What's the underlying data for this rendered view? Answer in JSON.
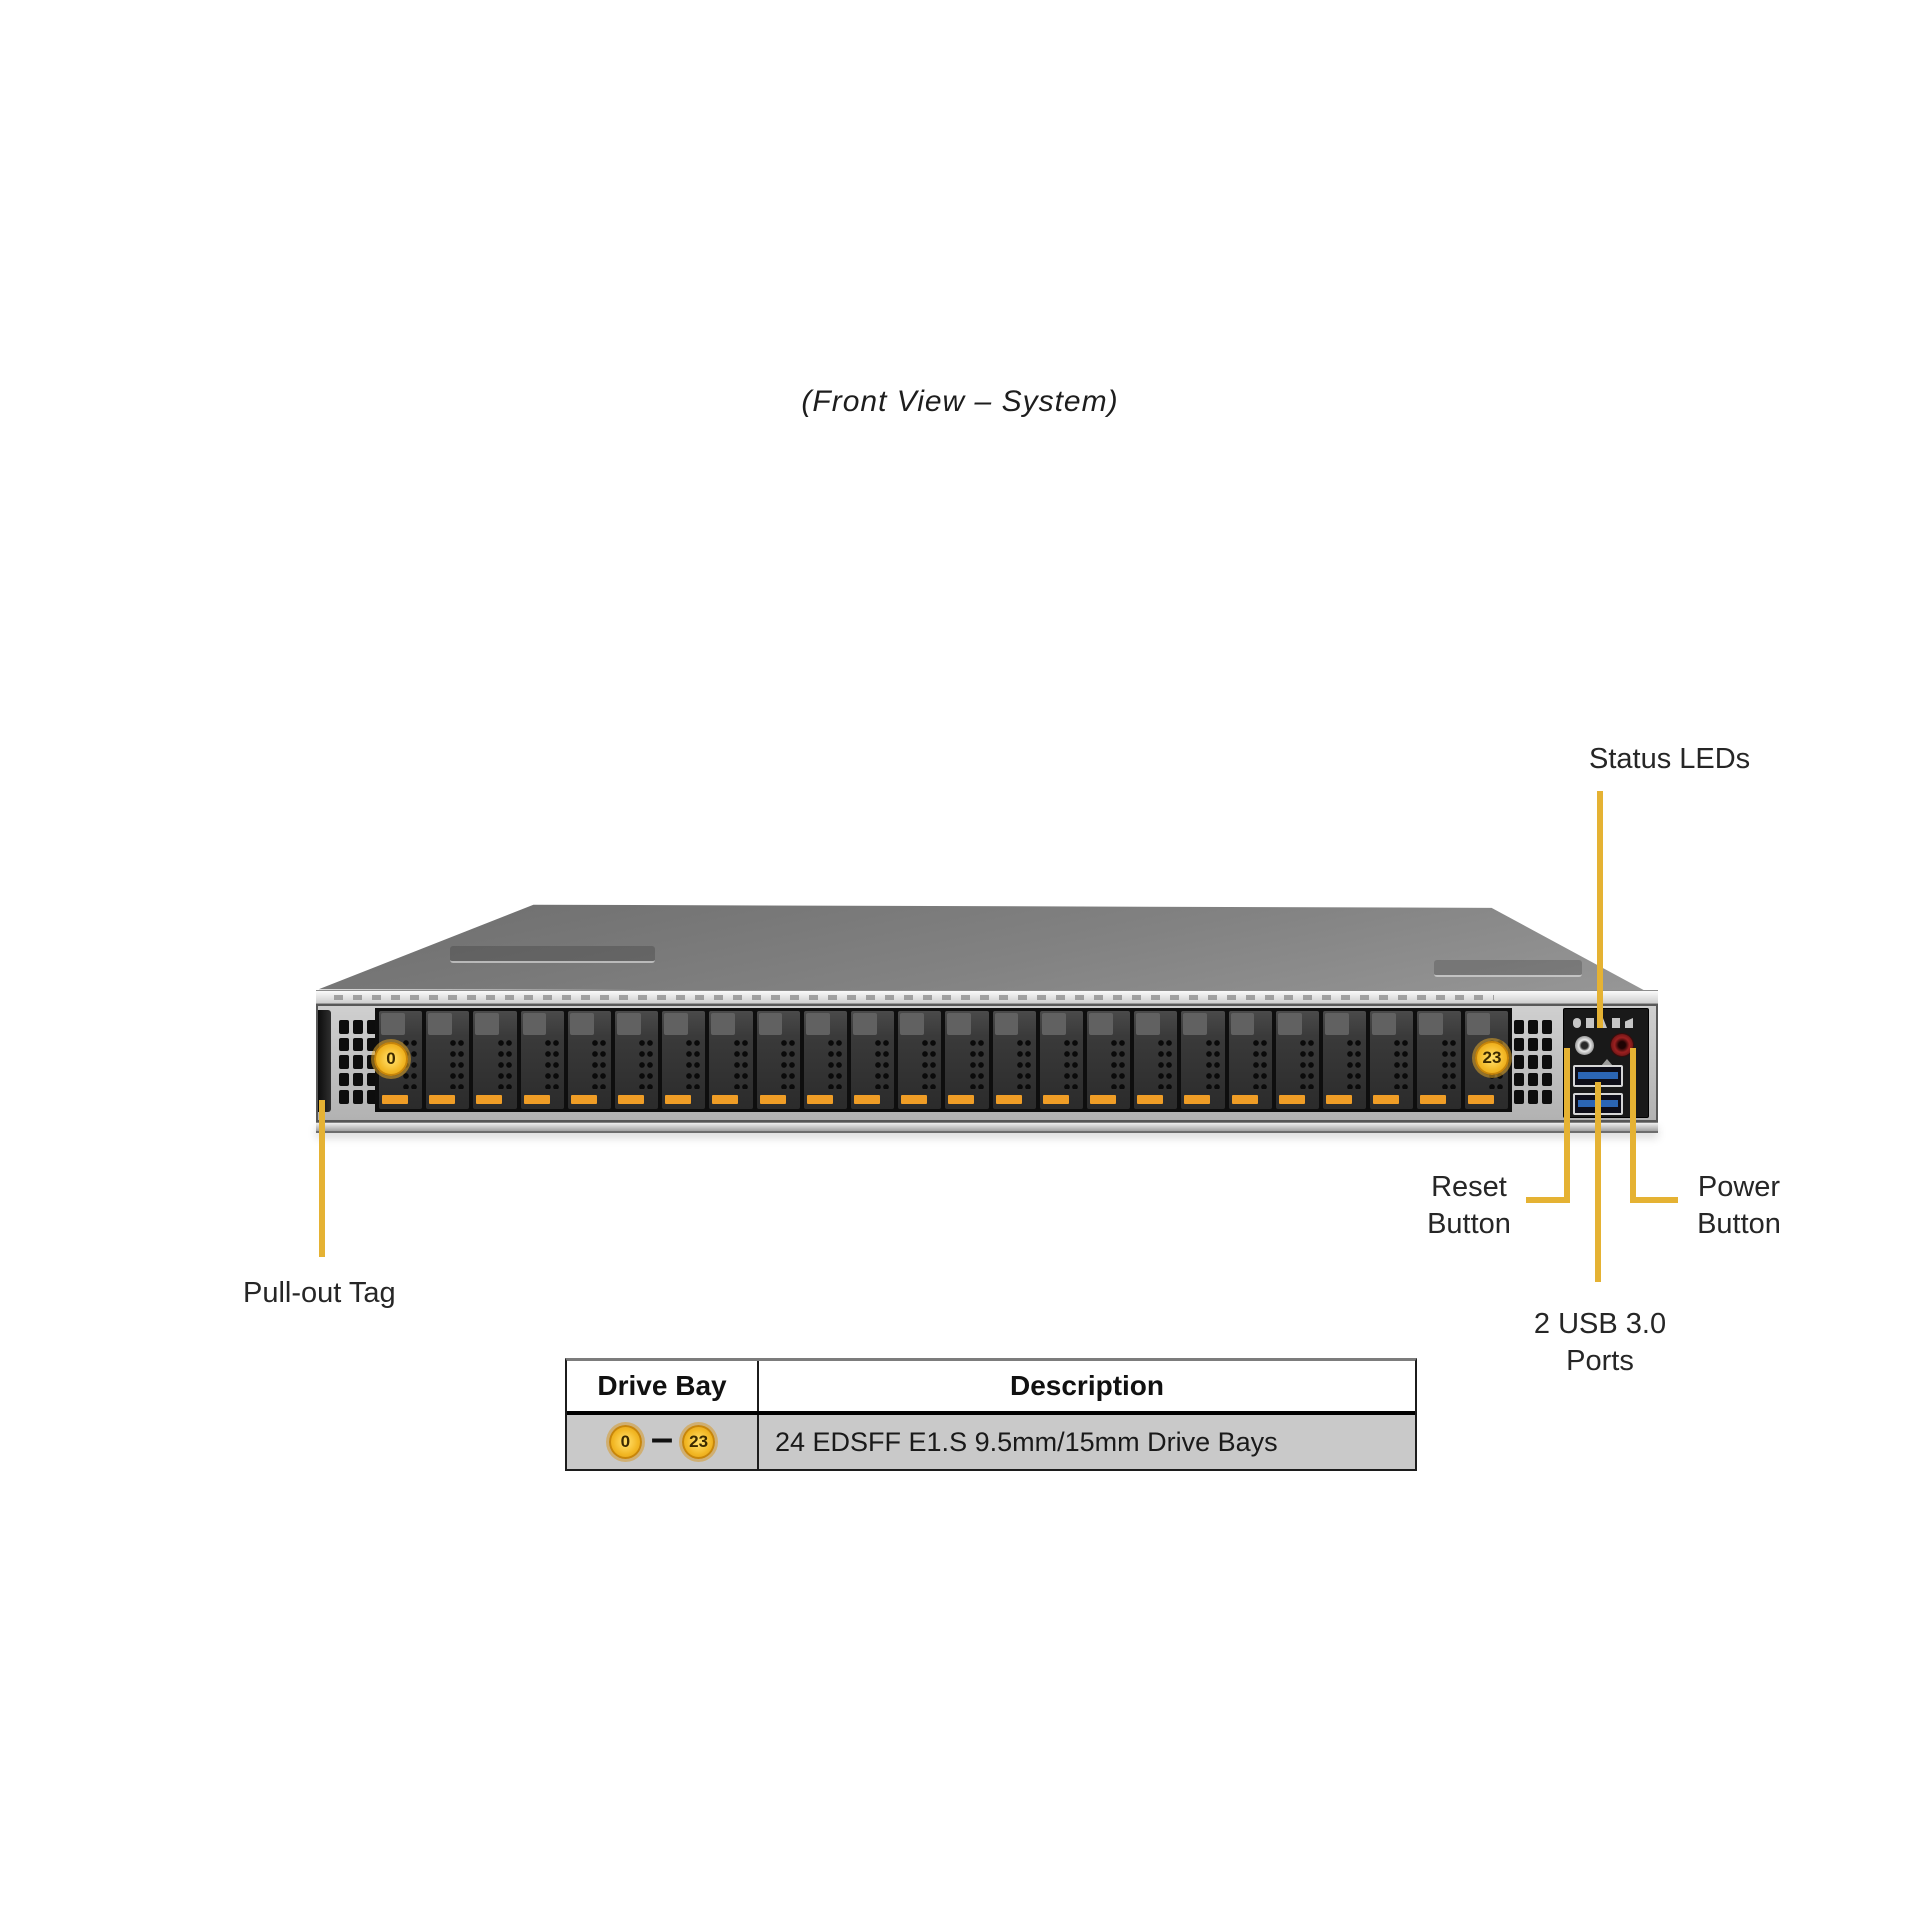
{
  "title": "(Front View – System)",
  "labels": {
    "status_leds": "Status LEDs",
    "reset_button": "Reset\nButton",
    "power_button": "Power\nButton",
    "usb_ports": "2 USB 3.0\nPorts",
    "pull_out_tag": "Pull-out Tag"
  },
  "server": {
    "drive_count": 24,
    "first_bay_badge": "0",
    "last_bay_badge": "23"
  },
  "table": {
    "headers": [
      "Drive Bay",
      "Description"
    ],
    "row": {
      "bay_start_badge": "0",
      "range_separator": "–",
      "bay_end_badge": "23",
      "description": "24 EDSFF E1.S 9.5mm/15mm Drive Bays"
    }
  },
  "colors": {
    "callout_line": "#E5B233",
    "badge_fill": "#F2B724",
    "badge_ring": "#C8860A",
    "drive_latch": "#EF9D26",
    "usb_port_blue": "#2B65B5",
    "power_button_red": "#9C2020",
    "table_row_bg": "#C9C9C9"
  }
}
